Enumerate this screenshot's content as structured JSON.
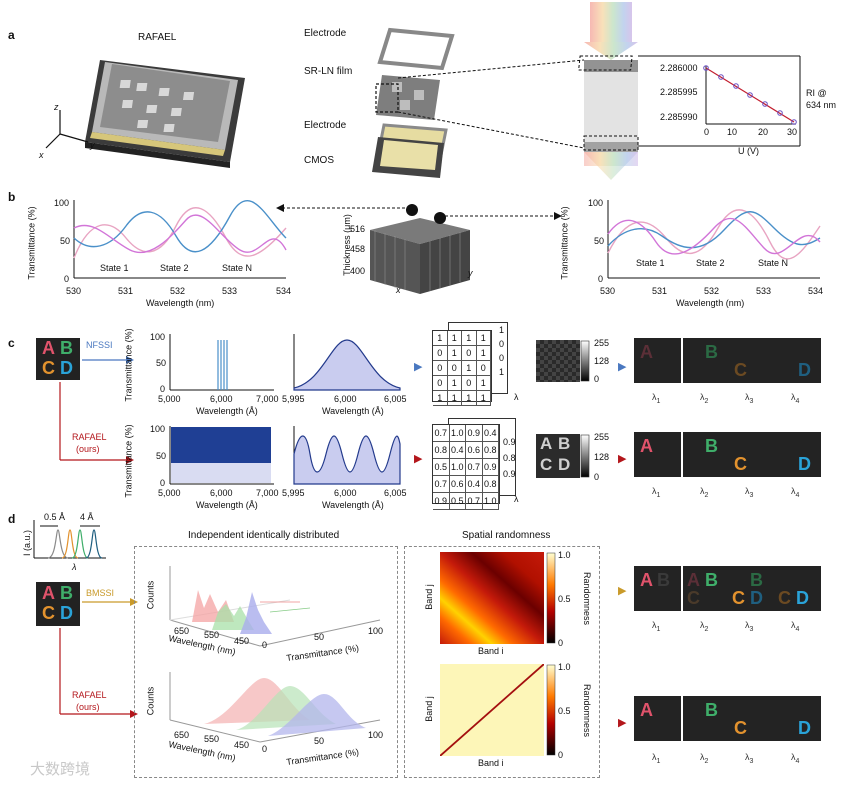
{
  "panels": {
    "a": {
      "label": "a",
      "device_title": "RAFAEL",
      "layers": [
        "Electrode",
        "SR-LN film",
        "Electrode",
        "CMOS"
      ],
      "axes": {
        "z": "z",
        "x": "x",
        "y": "y"
      },
      "ri_plot": {
        "y_ticks": [
          "2.286000",
          "2.285995",
          "2.285990"
        ],
        "x_ticks": [
          "0",
          "10",
          "20",
          "30"
        ],
        "xlabel": "U (V)",
        "note_line1": "RI @",
        "note_line2": "634 nm"
      }
    },
    "b": {
      "label": "b",
      "left_plot": {
        "ylabel": "Transmittance (%)",
        "y_ticks": [
          "100",
          "50",
          "0"
        ],
        "x_ticks": [
          "530",
          "531",
          "532",
          "533",
          "534"
        ],
        "xlabel": "Wavelength (nm)",
        "legend": [
          "State 1",
          "State 2",
          "State N"
        ]
      },
      "thickness": {
        "ylabel": "Thickness (μm)",
        "ticks": [
          "516",
          "458",
          "400"
        ],
        "x": "x",
        "y": "y"
      },
      "right_plot": {
        "ylabel": "Transmittance (%)",
        "y_ticks": [
          "100",
          "50",
          "0"
        ],
        "x_ticks": [
          "530",
          "531",
          "532",
          "533",
          "534"
        ],
        "xlabel": "Wavelength (nm)",
        "legend": [
          "State 1",
          "State 2",
          "State N"
        ]
      }
    },
    "c": {
      "label": "c",
      "nfssi_label": "NFSSI",
      "rafael_label_1": "RAFAEL",
      "rafael_label_2": "(ours)",
      "plot1": {
        "ylabel": "Transmittance (%)",
        "y_ticks": [
          "100",
          "50",
          "0"
        ],
        "x_ticks": [
          "5,000",
          "6,000",
          "7,000"
        ],
        "xlabel": "Wavelength (Å)"
      },
      "plot2": {
        "x_ticks": [
          "5,995",
          "6,000",
          "6,005"
        ],
        "xlabel": "Wavelength (Å)"
      },
      "plot3": {
        "ylabel": "Transmittance (%)",
        "y_ticks": [
          "100",
          "50",
          "0"
        ],
        "x_ticks": [
          "5,000",
          "6,000",
          "7,000"
        ],
        "xlabel": "Wavelength (Å)"
      },
      "plot4": {
        "x_ticks": [
          "5,995",
          "6,000",
          "6,005"
        ],
        "xlabel": "Wavelength (Å)"
      },
      "binary_matrix": [
        [
          "1",
          "1",
          "1",
          "1"
        ],
        [
          "0",
          "1",
          "0",
          "1"
        ],
        [
          "0",
          "0",
          "1",
          "0"
        ],
        [
          "0",
          "1",
          "0",
          "1"
        ],
        [
          "1",
          "1",
          "1",
          "1"
        ]
      ],
      "binary_back": [
        "1",
        "0",
        "0",
        "1"
      ],
      "real_matrix": [
        [
          "0.7",
          "1.0",
          "0.9",
          "0.4"
        ],
        [
          "0.8",
          "0.4",
          "0.6",
          "0.8"
        ],
        [
          "0.5",
          "1.0",
          "0.7",
          "0.9"
        ],
        [
          "0.7",
          "0.6",
          "0.4",
          "0.8"
        ],
        [
          "0.9",
          "0.5",
          "0.7",
          "1.0"
        ]
      ],
      "real_back": [
        "0.9",
        "0.8",
        "0.9"
      ],
      "lambda_sym": "λ",
      "colorbar_ticks": [
        "255",
        "128",
        "0"
      ],
      "gray_letters": [
        "A",
        "B",
        "C",
        "D"
      ],
      "tiles_top": [
        "A",
        "B",
        "C",
        "D"
      ],
      "tiles_bottom": [
        "A",
        "B",
        "C",
        "D"
      ],
      "lambda_labels": [
        "λ1",
        "λ2",
        "λ3",
        "λ4"
      ]
    },
    "d": {
      "label": "d",
      "spec_ylabel": "I (a.u.)",
      "spec_xlabel": "λ",
      "sep1": "0.5 Å",
      "sep2": "4 Å",
      "bmssi_label": "BMSSI",
      "rafael_label_1": "RAFAEL",
      "rafael_label_2": "(ours)",
      "iid_title": "Independent identically distributed",
      "spatial_title": "Spatial randomness",
      "hist": {
        "zlabel": "Counts",
        "xlabel": "Wavelength (nm)",
        "x_ticks": [
          "650",
          "550",
          "450"
        ],
        "tlabel": "Transmittance (%)",
        "t_ticks": [
          "0",
          "50",
          "100"
        ]
      },
      "heatmap": {
        "xlabel": "Band i",
        "ylabel": "Band j",
        "cbar_label": "Randomness",
        "cbar_ticks": [
          "1.0",
          "0.5",
          "0"
        ]
      },
      "tiles_bmssi": [
        [
          [
            "A",
            "#e0536b"
          ],
          [
            "B",
            "#3a3a3a"
          ]
        ],
        [
          [
            "A",
            "#5b2f37"
          ],
          [
            "B",
            "#3fae6a"
          ]
        ],
        [
          [
            "B",
            "#2b6a44"
          ],
          [
            "C",
            "#e2922e"
          ],
          [
            "D",
            "#1f5f80"
          ]
        ],
        [
          [
            "C",
            "#6b4a22"
          ],
          [
            "D",
            "#2aa3d8"
          ]
        ]
      ],
      "tiles_rafael": [
        "A",
        "B",
        "C",
        "D"
      ],
      "lambda_labels": [
        "λ1",
        "λ2",
        "λ3",
        "λ4"
      ]
    }
  },
  "watermark": "大数跨境",
  "colors": {
    "letter_a": "#e0536b",
    "letter_b": "#3fae6a",
    "letter_c": "#e2922e",
    "letter_d": "#2aa3d8",
    "state1": "#e8a4c2",
    "state2": "#4a90c9",
    "stateN": "#d275d8",
    "nfssi_arrow": "#4a78c0",
    "rafael_arrow": "#b3161b",
    "bmssi_arrow": "#c99a2a"
  }
}
